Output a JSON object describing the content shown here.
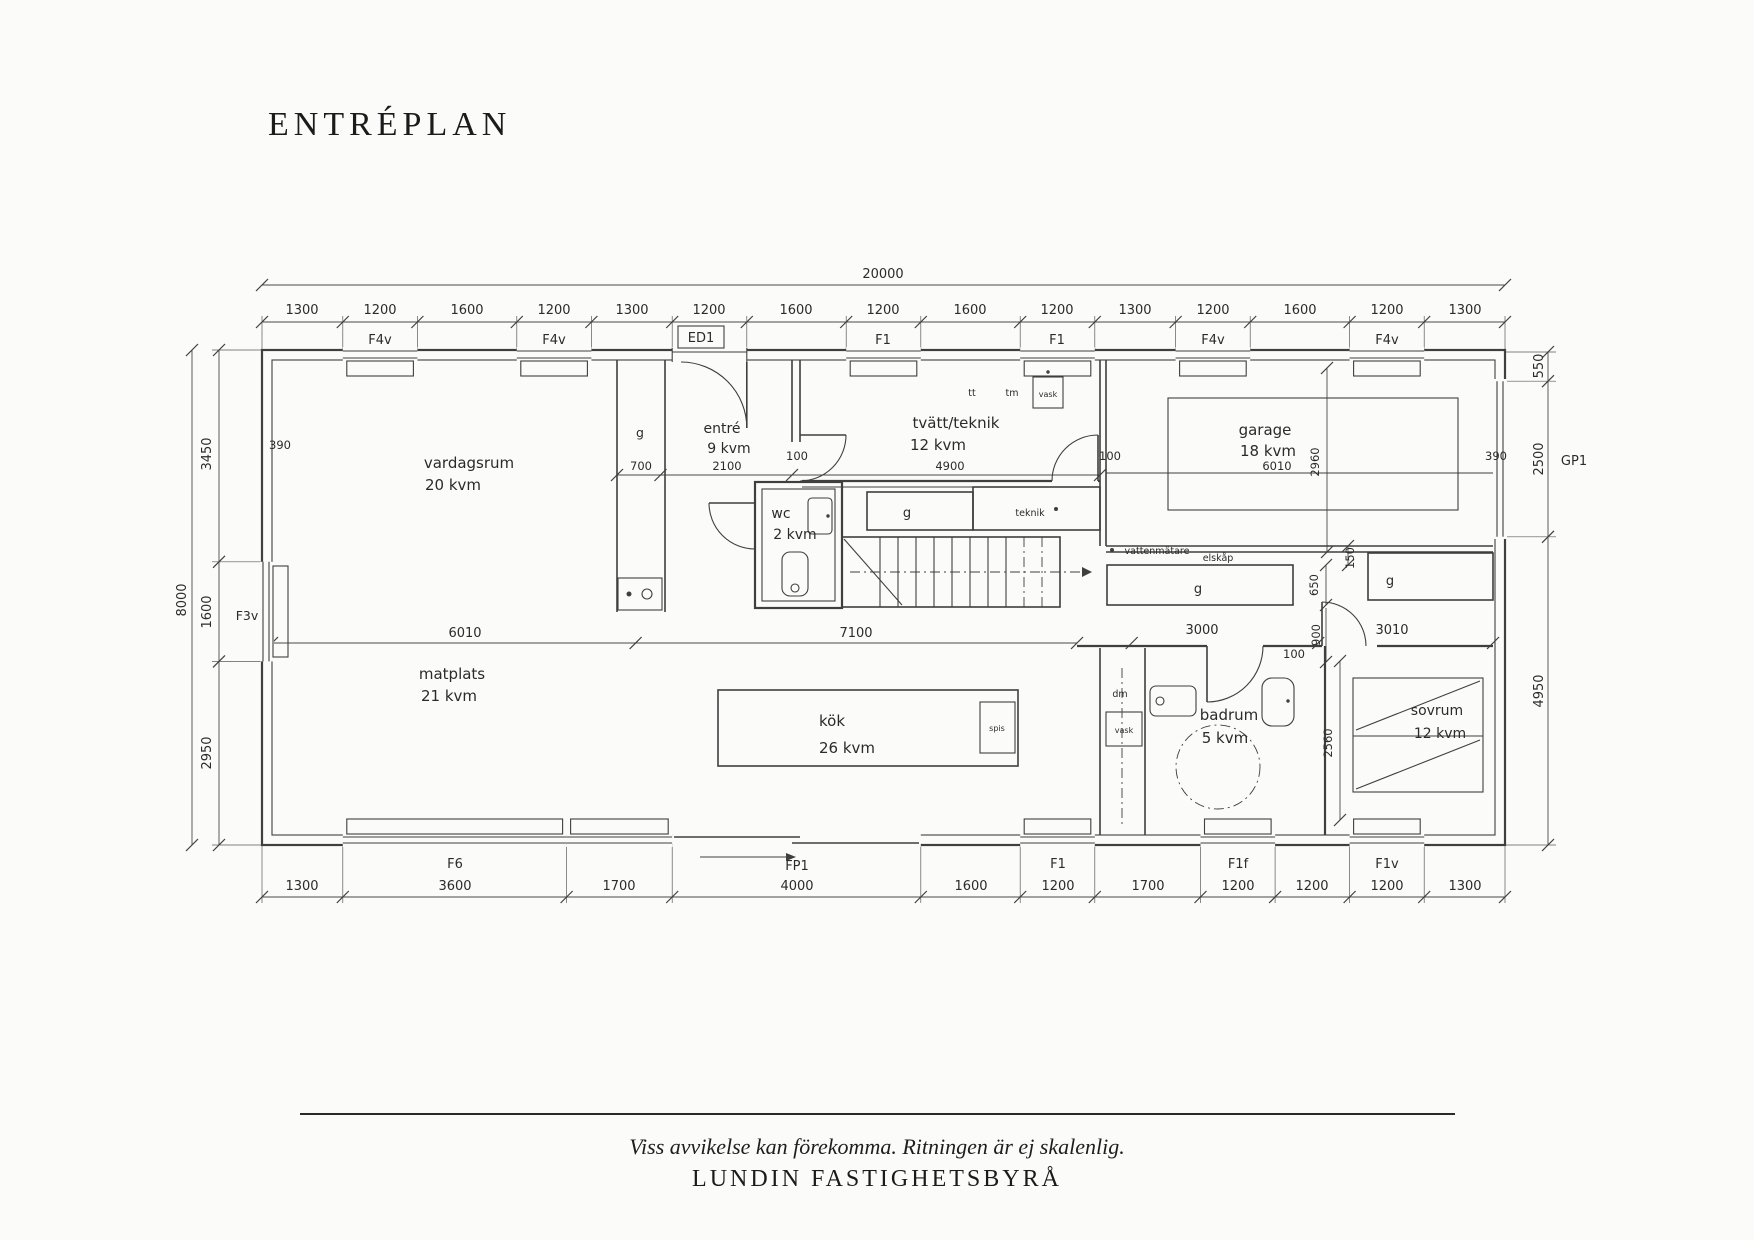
{
  "page": {
    "title": "ENTRÉPLAN",
    "footer_note": "Viss avvikelse kan förekomma. Ritningen är ej skalenlig.",
    "footer_brand": "LUNDIN FASTIGHETSBYRÅ"
  },
  "overall": {
    "width": "20000",
    "height": "8000"
  },
  "dims": {
    "top": [
      "1300",
      "1200",
      "1600",
      "1200",
      "1300",
      "1200",
      "1600",
      "1200",
      "1600",
      "1200",
      "1300",
      "1200",
      "1600",
      "1200",
      "1300"
    ],
    "bottom": [
      "1300",
      "3600",
      "1700",
      "4000",
      "1600",
      "1200",
      "1700",
      "1200",
      "1200",
      "1200",
      "1300"
    ],
    "left": [
      "3450",
      "1600",
      "2950"
    ],
    "right": [
      "550",
      "2500",
      "4950"
    ],
    "mid": [
      "6010",
      "7100",
      "3000",
      "3010"
    ],
    "g_depth": "700",
    "entre_width": "2100",
    "tvatt_width": "4900",
    "garage_width": "6010",
    "garage_depth": "2960",
    "badrum_height": "2560",
    "closet_650": "650",
    "opening_900": "900",
    "offset_150": "150",
    "gap_100": "100",
    "offset_390": "390"
  },
  "openings": {
    "top": [
      "F4v",
      "F4v",
      "ED1",
      "F1",
      "F1",
      "F4v",
      "F4v"
    ],
    "bottom": [
      "F6",
      "FP1",
      "F1",
      "F1f",
      "F1v"
    ],
    "left": "F3v",
    "right_garage_door": "GP1"
  },
  "rooms": {
    "vardagsrum": {
      "name": "vardagsrum",
      "area": "20 kvm"
    },
    "matplats": {
      "name": "matplats",
      "area": "21 kvm"
    },
    "entre": {
      "name": "entré",
      "area": "9 kvm"
    },
    "wc": {
      "name": "wc",
      "area": "2 kvm"
    },
    "tvatt_teknik": {
      "name": "tvätt/teknik",
      "area": "12 kvm"
    },
    "garage": {
      "name": "garage",
      "area": "18 kvm"
    },
    "kok": {
      "name": "kök",
      "area": "26 kvm"
    },
    "badrum": {
      "name": "badrum",
      "area": "5 kvm"
    },
    "sovrum": {
      "name": "sovrum",
      "area": "12 kvm"
    }
  },
  "fixtures": {
    "closet": "g",
    "teknik": "teknik",
    "dryer": "tt",
    "washer": "tm",
    "sink": "vask",
    "dishwasher": "dm",
    "stove": "spis",
    "water_meter": "vattenmätare",
    "electrical_cabinet": "elskåp"
  }
}
